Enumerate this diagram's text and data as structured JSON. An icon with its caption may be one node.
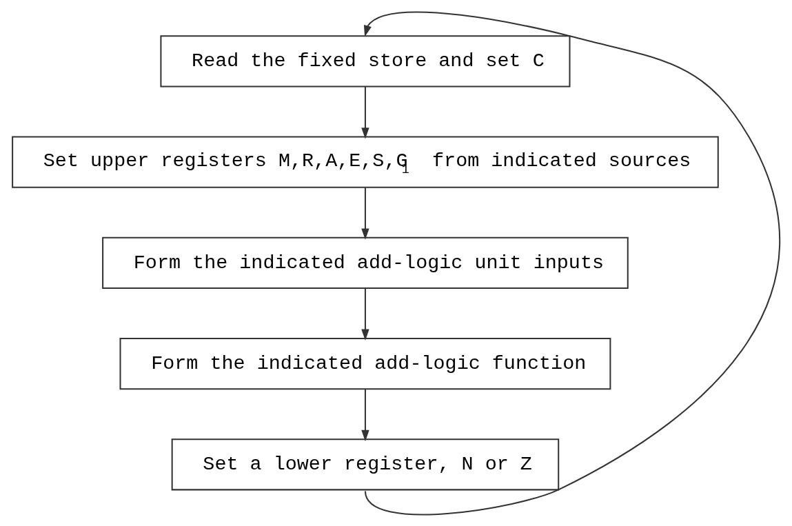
{
  "diagram": {
    "nodes": [
      {
        "text": [
          "Read the fixed store and set C"
        ]
      },
      {
        "text": [
          "Set upper registers M,R,A,E,S,G$_{1}$ from indicated sources"
        ]
      },
      {
        "text": [
          "Form the indicated add-logic unit inputs"
        ]
      },
      {
        "text": [
          "Form the indicated add-logic function"
        ]
      },
      {
        "text": [
          "Set a lower register, N or Z"
        ]
      }
    ],
    "edges": [
      {
        "from": 0,
        "to": 1,
        "arrow": "to"
      },
      {
        "from": 1,
        "to": 2,
        "arrow": "to"
      },
      {
        "from": 2,
        "to": 3,
        "arrow": "to"
      },
      {
        "from": 3,
        "to": 4,
        "arrow": "to"
      },
      {
        "from": 4,
        "to": 0,
        "arrow": "to"
      }
    ]
  }
}
